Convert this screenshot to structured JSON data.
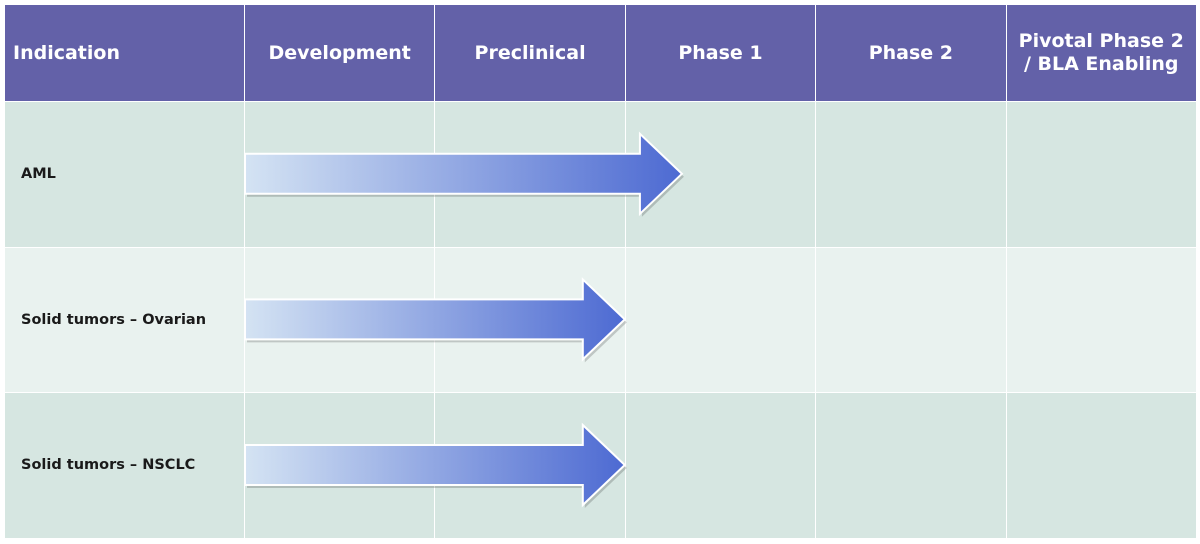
{
  "colors": {
    "header_bg": "#6361a8",
    "row_odd_bg": "#d6e6e1",
    "row_even_bg": "#e9f2ef",
    "arrow_start": "#d4e3f3",
    "arrow_end": "#4d6ad2"
  },
  "header": {
    "columns": [
      "Indication",
      "Development",
      "Preclinical",
      "Phase 1",
      "Phase 2",
      "Pivotal Phase 2\n/ BLA Enabling"
    ]
  },
  "rows": [
    {
      "indication": "AML",
      "progress_end_stage": "Phase 1",
      "progress_fraction_of_end_stage": 0.3
    },
    {
      "indication": "Solid tumors – Ovarian",
      "progress_end_stage": "Preclinical",
      "progress_fraction_of_end_stage": 1.0
    },
    {
      "indication": "Solid tumors – NSCLC",
      "progress_end_stage": "Preclinical",
      "progress_fraction_of_end_stage": 1.0
    }
  ]
}
